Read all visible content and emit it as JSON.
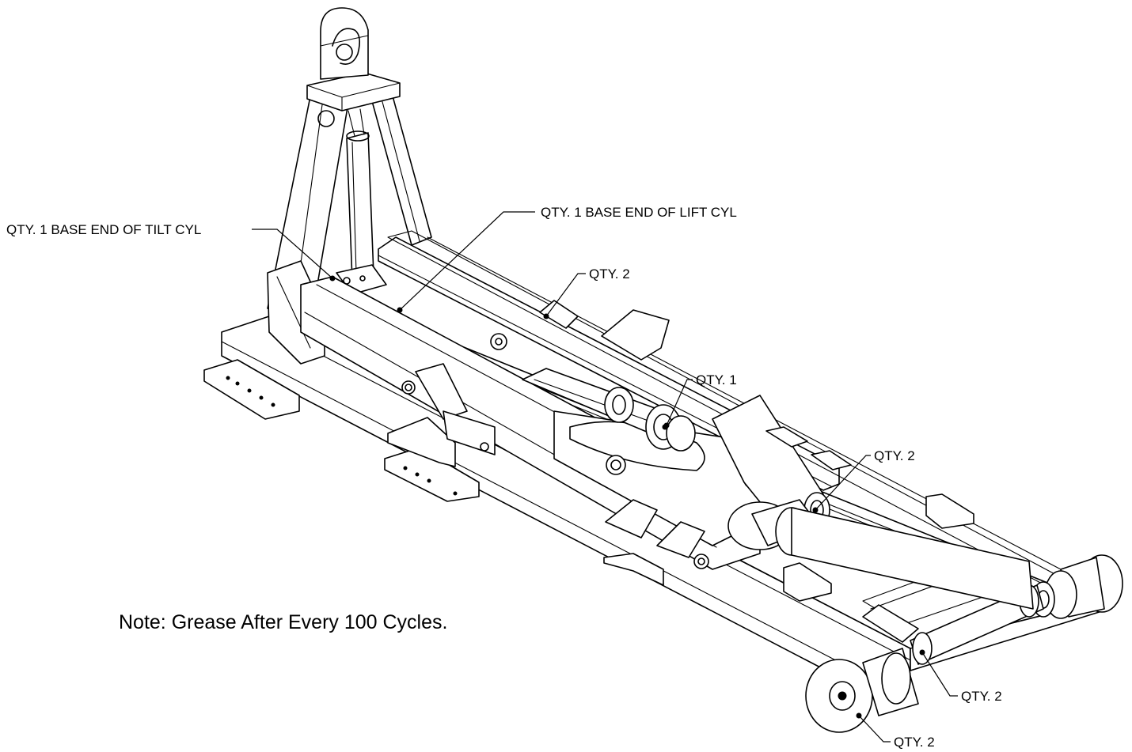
{
  "callouts": [
    {
      "id": "tilt-cyl",
      "text": "QTY. 1 BASE END OF TILT CYL"
    },
    {
      "id": "lift-cyl",
      "text": "QTY. 1 BASE END OF LIFT CYL"
    },
    {
      "id": "upper-arm",
      "text": "QTY. 2"
    },
    {
      "id": "center-pivot",
      "text": "QTY. 1"
    },
    {
      "id": "rear-pivot",
      "text": "QTY. 2"
    },
    {
      "id": "rear-roller-axle",
      "text": "QTY. 2"
    },
    {
      "id": "rear-roller-hub",
      "text": "QTY. 2"
    }
  ],
  "note": "Note: Grease After Every 100 Cycles."
}
